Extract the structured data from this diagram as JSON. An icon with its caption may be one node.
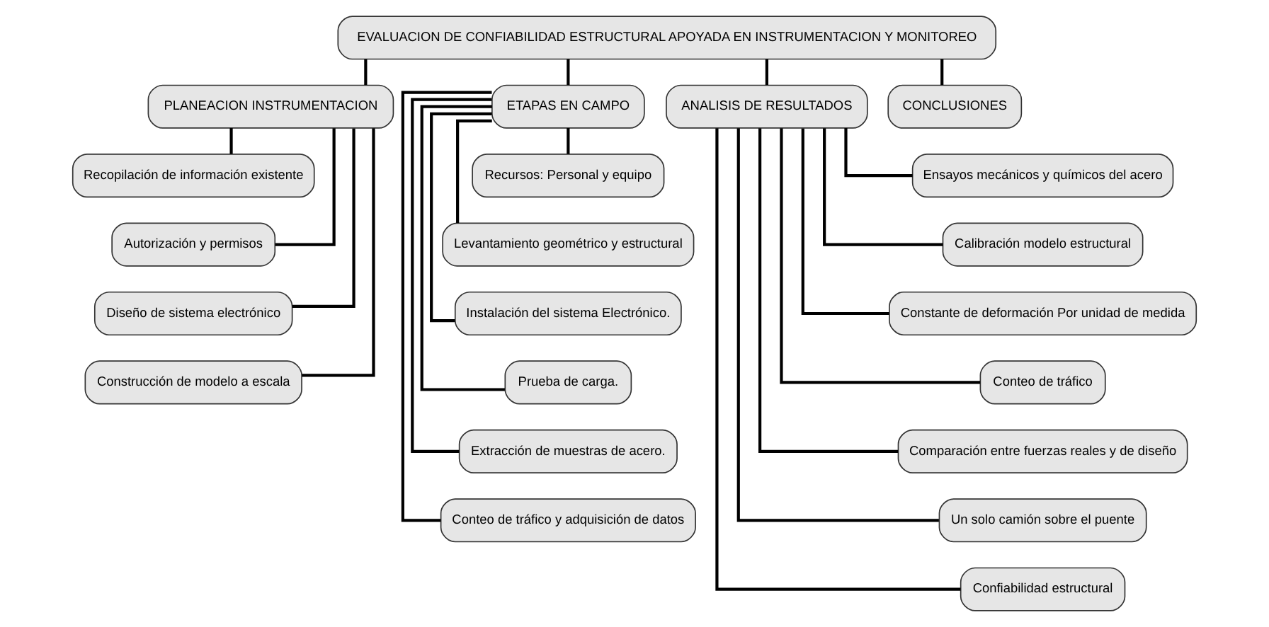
{
  "diagram": {
    "nodes": [
      {
        "text": [
          "EVALUACION DE CONFIABILIDAD ESTRUCTURAL APOYADA EN INSTRUMENTACION Y MONITOREO"
        ]
      },
      {
        "text": [
          "PLANEACION INSTRUMENTACION"
        ]
      },
      {
        "text": [
          "ETAPAS EN CAMPO"
        ]
      },
      {
        "text": [
          "ANALISIS DE RESULTADOS"
        ]
      },
      {
        "text": [
          "CONCLUSIONES"
        ]
      },
      {
        "text": [
          "Recopilación de información existente"
        ]
      },
      {
        "text": [
          "Autorización y permisos"
        ]
      },
      {
        "text": [
          "Diseño de sistema electrónico"
        ]
      },
      {
        "text": [
          "Construcción de modelo a escala"
        ]
      },
      {
        "text": [
          "Recursos: Personal y equipo"
        ]
      },
      {
        "text": [
          "Levantamiento geométrico y estructural"
        ]
      },
      {
        "text": [
          "Instalación del sistema Electrónico."
        ]
      },
      {
        "text": [
          "Prueba de carga."
        ]
      },
      {
        "text": [
          "Extracción de muestras de acero."
        ]
      },
      {
        "text": [
          "Conteo de tráfico y adquisición de datos"
        ]
      },
      {
        "text": [
          "Ensayos mecánicos y químicos del acero"
        ]
      },
      {
        "text": [
          "Calibración modelo estructural"
        ]
      },
      {
        "text": [
          "Constante de deformación Por unidad de medida"
        ]
      },
      {
        "text": [
          "Conteo de tráfico"
        ]
      },
      {
        "text": [
          "Comparación entre fuerzas reales y de diseño"
        ]
      },
      {
        "text": [
          "Un solo camión sobre el puente"
        ]
      },
      {
        "text": [
          "Confiabilidad estructural"
        ]
      }
    ],
    "edges": [
      {
        "from": 0,
        "to": 1,
        "arrow": "none"
      },
      {
        "from": 0,
        "to": 2,
        "arrow": "none"
      },
      {
        "from": 0,
        "to": 3,
        "arrow": "none"
      },
      {
        "from": 0,
        "to": 4,
        "arrow": "none"
      },
      {
        "from": 1,
        "to": 5,
        "arrow": "none"
      },
      {
        "from": 1,
        "to": 6,
        "arrow": "none"
      },
      {
        "from": 1,
        "to": 7,
        "arrow": "none"
      },
      {
        "from": 1,
        "to": 8,
        "arrow": "none"
      },
      {
        "from": 2,
        "to": 9,
        "arrow": "none"
      },
      {
        "from": 2,
        "to": 10,
        "arrow": "none"
      },
      {
        "from": 2,
        "to": 11,
        "arrow": "none"
      },
      {
        "from": 2,
        "to": 12,
        "arrow": "none"
      },
      {
        "from": 2,
        "to": 13,
        "arrow": "none"
      },
      {
        "from": 2,
        "to": 14,
        "arrow": "none"
      },
      {
        "from": 3,
        "to": 15,
        "arrow": "none"
      },
      {
        "from": 3,
        "to": 16,
        "arrow": "none"
      },
      {
        "from": 3,
        "to": 17,
        "arrow": "none"
      },
      {
        "from": 3,
        "to": 18,
        "arrow": "none"
      },
      {
        "from": 3,
        "to": 19,
        "arrow": "none"
      },
      {
        "from": 3,
        "to": 20,
        "arrow": "none"
      },
      {
        "from": 3,
        "to": 21,
        "arrow": "none"
      }
    ]
  }
}
